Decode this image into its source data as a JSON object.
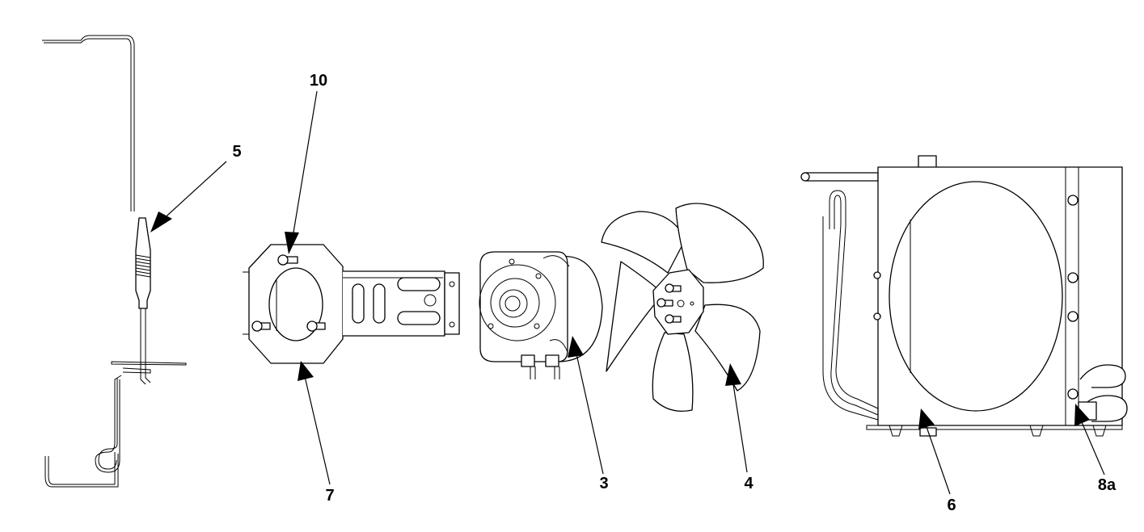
{
  "callouts": [
    {
      "id": "5",
      "label": "5"
    },
    {
      "id": "10",
      "label": "10"
    },
    {
      "id": "7",
      "label": "7"
    },
    {
      "id": "3",
      "label": "3"
    },
    {
      "id": "4",
      "label": "4"
    },
    {
      "id": "6",
      "label": "6"
    },
    {
      "id": "8a",
      "label": "8a"
    }
  ],
  "colors": {
    "line": "#000000",
    "background": "#ffffff"
  }
}
